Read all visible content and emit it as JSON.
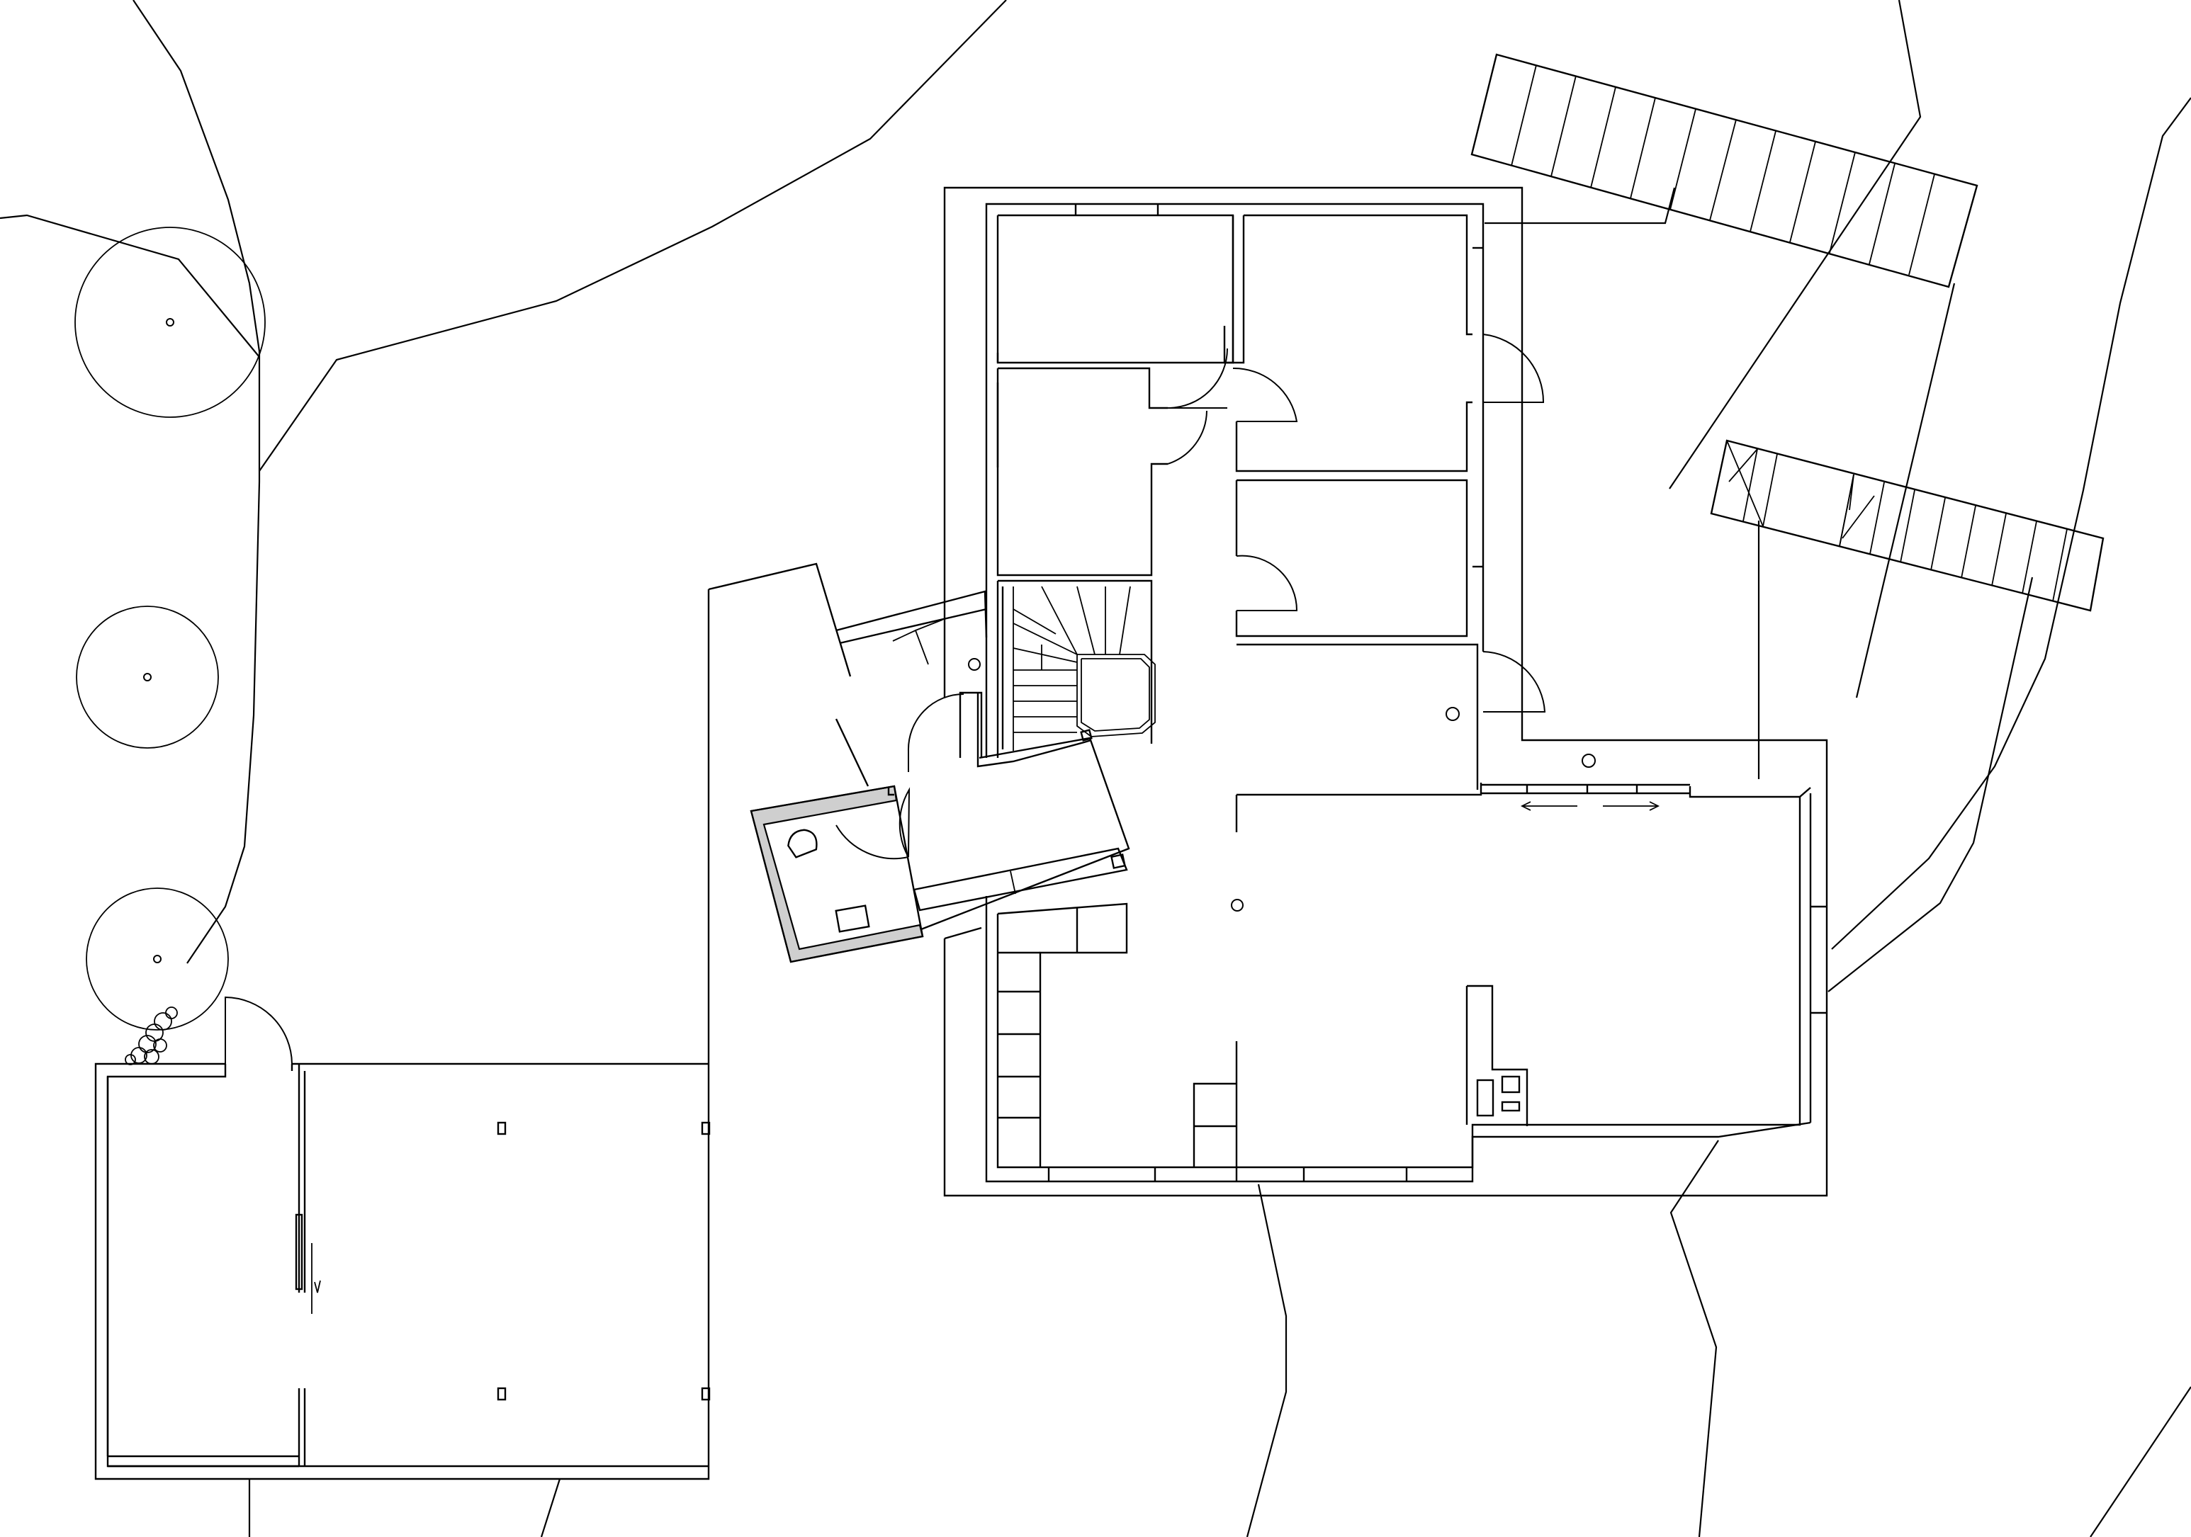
{
  "drawing": {
    "kind": "architectural floor plan",
    "line_color": "#000000",
    "background": "#ffffff",
    "poche_color": "#cfcfcf"
  },
  "features": {
    "trees": 3,
    "external_stairs": 2,
    "internal_stair": true,
    "door_swings": 9
  }
}
